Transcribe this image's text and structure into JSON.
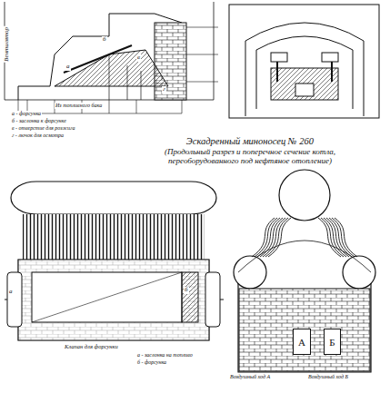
{
  "diagram": {
    "title": "Эскадренный миноносец № 260",
    "caption": "(Продольный разрез и поперечное сечение котла, переоборудованного под нефтяное отопление)",
    "nodes": [
      {
        "text": [
          "А"
        ]
      },
      {
        "text": [
          "Б"
        ]
      }
    ],
    "labels": [
      "Вентилятор",
      "а",
      "б",
      "в",
      "г",
      "а - форсунка",
      "б - заслонка к форсунке",
      "в - отверстие для розжига",
      "г - лючок для осмотра",
      "Из топливного бака",
      "а",
      "б",
      "Клапан для форсунки",
      "а - заслонка на топливо",
      "б - форсунка",
      "Воздушный ход А",
      "Воздушный ход Б"
    ]
  }
}
